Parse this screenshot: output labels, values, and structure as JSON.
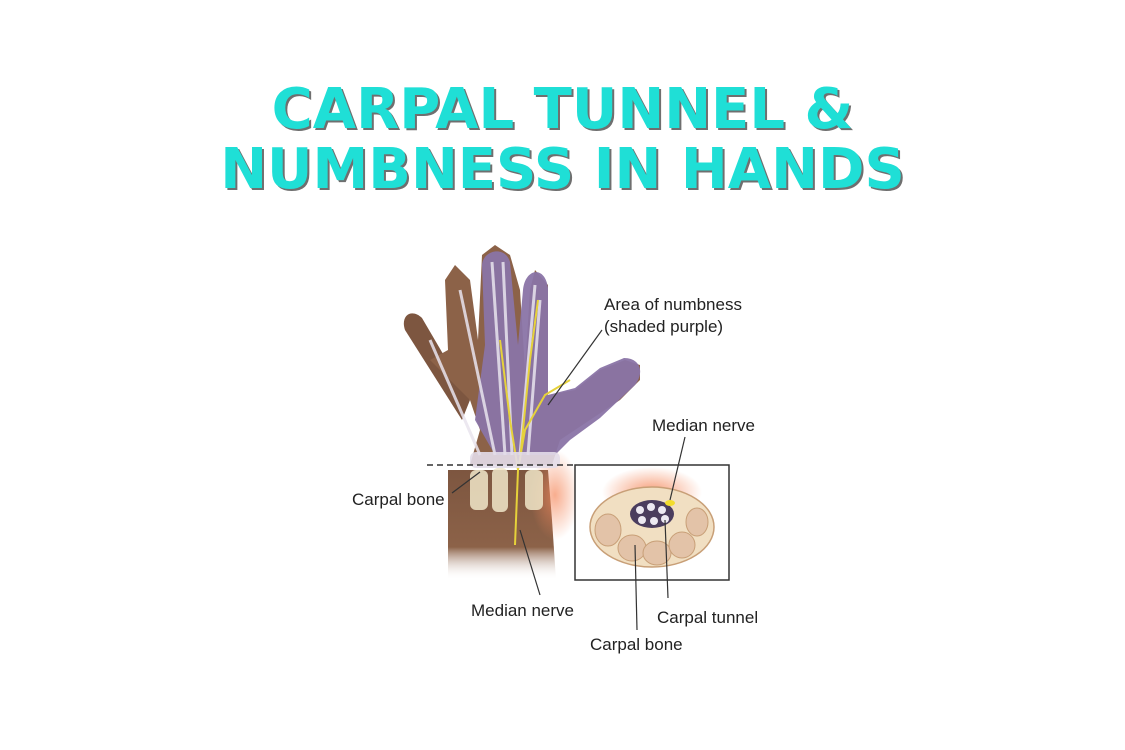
{
  "title": {
    "line1": "CARPAL TUNNEL &",
    "line2": "NUMBNESS IN HANDS"
  },
  "labels": {
    "numbness_line1": "Area of numbness",
    "numbness_line2": "(shaded purple)",
    "median_nerve_inset": "Median nerve",
    "carpal_bone_left": "Carpal bone",
    "median_nerve_bottom": "Median nerve",
    "carpal_tunnel": "Carpal tunnel",
    "carpal_bone_bottom": "Carpal bone"
  },
  "colors": {
    "title": "#1fdfd6",
    "skin": "#8c6248",
    "numbness": "#8a74a6",
    "nerve": "#e6d23a",
    "inset_glow": "#f7a57c"
  }
}
